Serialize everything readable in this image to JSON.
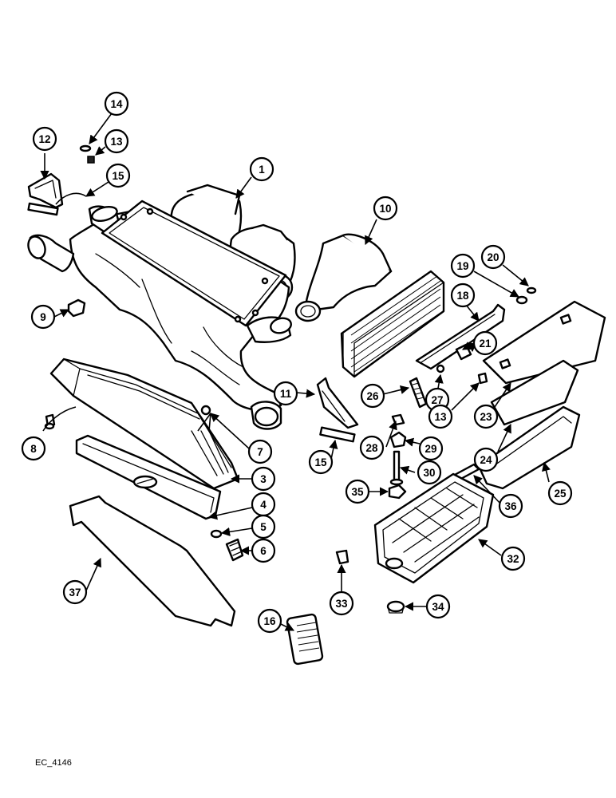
{
  "drawing_ref": "EC_4146",
  "callouts": [
    {
      "label": "1"
    },
    {
      "label": "10"
    },
    {
      "label": "12"
    },
    {
      "label": "13"
    },
    {
      "label": "14"
    },
    {
      "label": "15"
    },
    {
      "label": "9"
    },
    {
      "label": "8"
    },
    {
      "label": "7"
    },
    {
      "label": "3"
    },
    {
      "label": "4"
    },
    {
      "label": "5"
    },
    {
      "label": "6"
    },
    {
      "label": "37"
    },
    {
      "label": "16"
    },
    {
      "label": "11"
    },
    {
      "label": "15"
    },
    {
      "label": "26"
    },
    {
      "label": "27"
    },
    {
      "label": "13"
    },
    {
      "label": "18"
    },
    {
      "label": "19"
    },
    {
      "label": "20"
    },
    {
      "label": "21"
    },
    {
      "label": "23"
    },
    {
      "label": "24"
    },
    {
      "label": "25"
    },
    {
      "label": "28"
    },
    {
      "label": "29"
    },
    {
      "label": "30"
    },
    {
      "label": "35"
    },
    {
      "label": "36"
    },
    {
      "label": "32"
    },
    {
      "label": "33"
    },
    {
      "label": "34"
    }
  ]
}
